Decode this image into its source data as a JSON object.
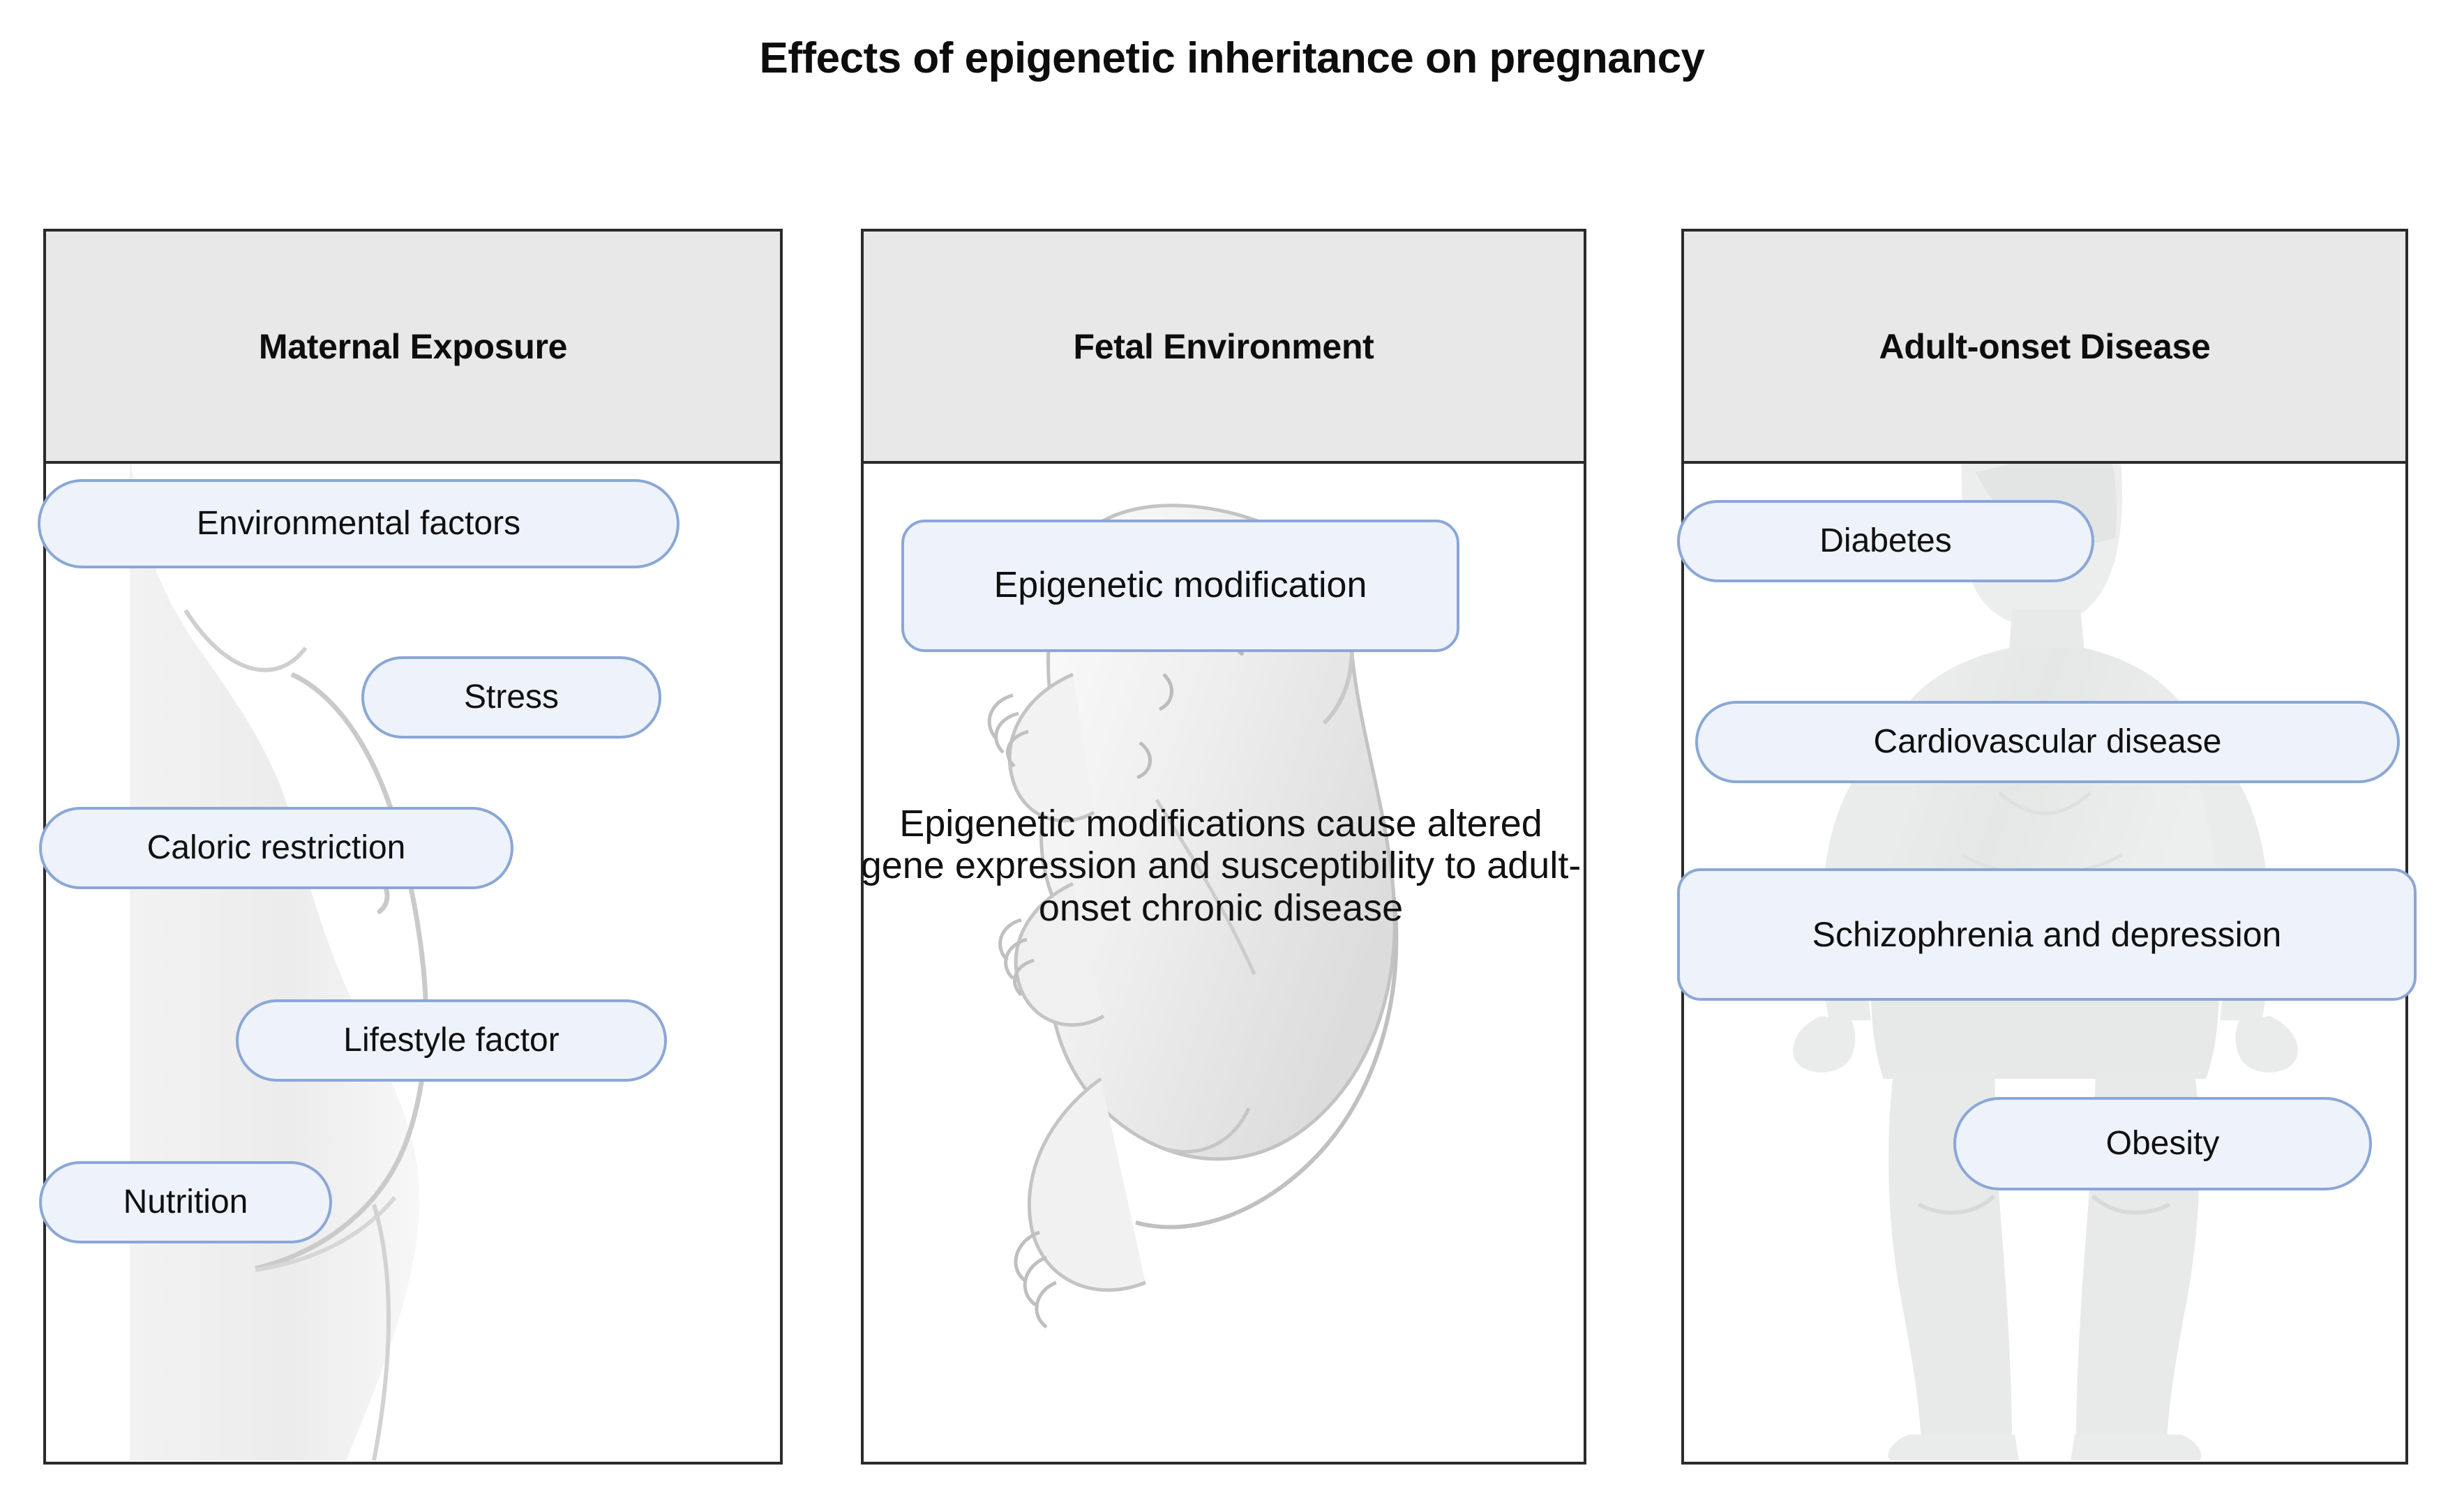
{
  "title": "Effects of epigenetic inheritance on pregnancy",
  "colors": {
    "pill_fill": "#eef2fb",
    "pill_border": "#8aa7d6",
    "header_fill": "#e8e8e8",
    "box_border": "#2b2b2b",
    "text": "#111111",
    "illustration": "#e6e8e7"
  },
  "columns": [
    {
      "id": "maternal-exposure",
      "header": "Maternal Exposure",
      "illustration": "pregnant-woman-silhouette",
      "pills": [
        {
          "label": "Environmental factors"
        },
        {
          "label": "Stress"
        },
        {
          "label": "Caloric restriction"
        },
        {
          "label": "Lifestyle factor"
        },
        {
          "label": "Nutrition"
        }
      ]
    },
    {
      "id": "fetal-environment",
      "header": "Fetal Environment",
      "illustration": "fetus-silhouette",
      "pills": [
        {
          "label": "Epigenetic modification"
        }
      ],
      "body_text": "Epigenetic modifications cause altered gene expression and susceptibility to adult-onset chronic disease"
    },
    {
      "id": "adult-onset-disease",
      "header": "Adult-onset Disease",
      "illustration": "seated-adult-silhouette",
      "pills": [
        {
          "label": "Diabetes"
        },
        {
          "label": "Cardiovascular disease"
        },
        {
          "label": "Schizophrenia and depression"
        },
        {
          "label": "Obesity"
        }
      ]
    }
  ]
}
